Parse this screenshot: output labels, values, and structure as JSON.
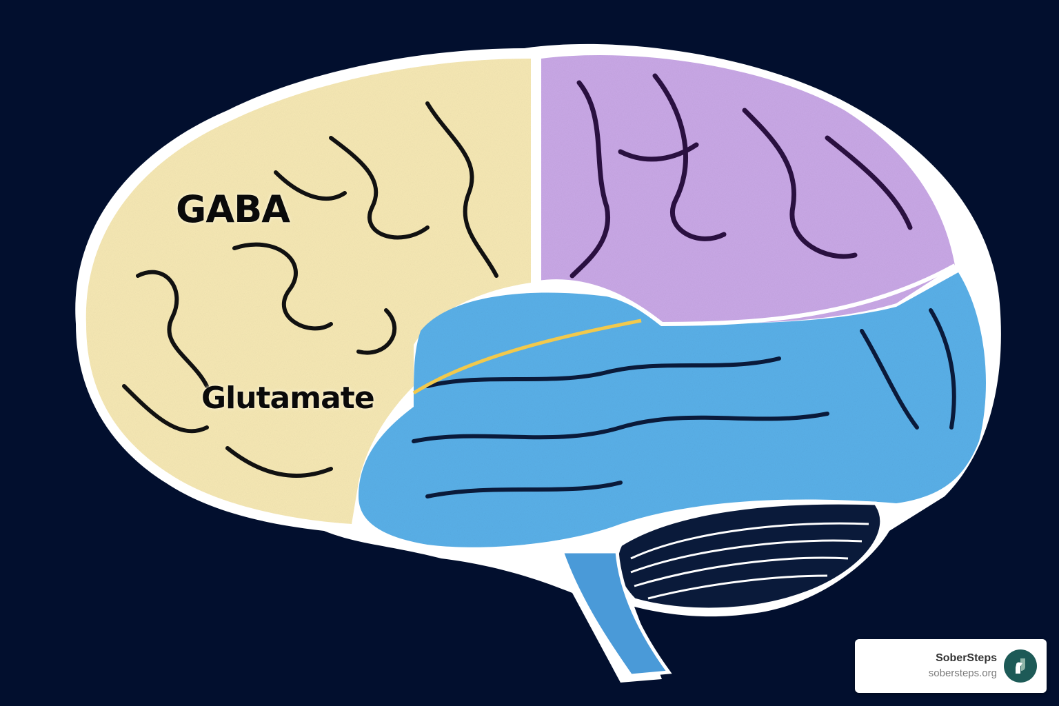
{
  "illustration": {
    "subject": "Lateral view of the human brain, stylized illustration",
    "background_color": "#020f2e",
    "regions": [
      {
        "name": "frontal-lobe",
        "color": "#f6e8b4"
      },
      {
        "name": "parietal-lobe",
        "color": "#c9a8e6"
      },
      {
        "name": "temporal-occipital-lobe",
        "color": "#5ab0e8"
      },
      {
        "name": "cerebellum",
        "color": "#0a1a3a"
      },
      {
        "name": "brainstem",
        "color": "#4a9ad8"
      }
    ],
    "labels": {
      "gaba": "GABA",
      "glutamate": "Glutamate"
    }
  },
  "badge": {
    "title": "SoberSteps",
    "url": "sobersteps.org",
    "logo_icon": "sobersteps-logo-icon",
    "logo_color": "#1d5a57"
  }
}
